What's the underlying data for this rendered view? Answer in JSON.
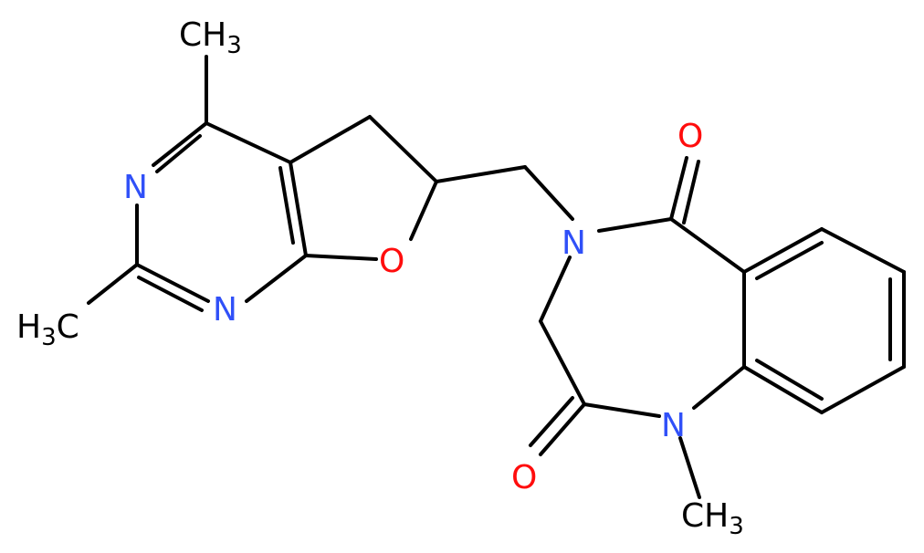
{
  "colors": {
    "bond": "#000000",
    "nitrogen": "#3050f8",
    "oxygen": "#ff0d0d",
    "carbon_label": "#000000",
    "background": "#ffffff"
  },
  "labels": {
    "ch3_top": {
      "main": "CH",
      "sub": "3"
    },
    "h3c_left": {
      "main1": "H",
      "sub": "3",
      "main2": "C"
    },
    "ch3_bottom": {
      "main": "CH",
      "sub": "3"
    },
    "n_pyr_upper": "N",
    "n_pyr_lower": "N",
    "o_furan": "O",
    "o_carbonyl_top": "O",
    "n_diazepine_4": "N",
    "n_diazepine_1": "N",
    "o_carbonyl_bottom": "O"
  }
}
